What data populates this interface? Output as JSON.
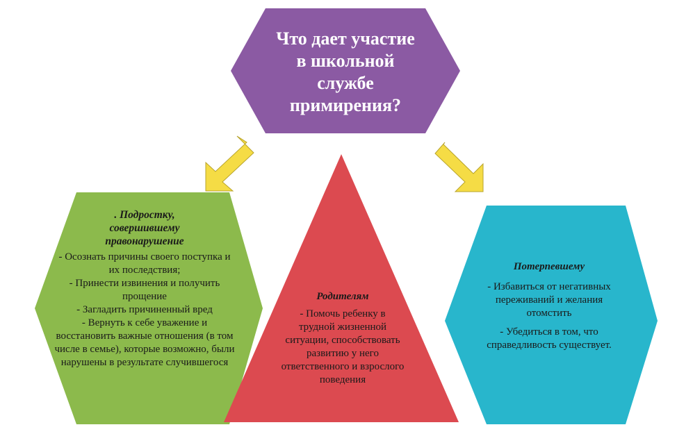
{
  "colors": {
    "center_hexagon": "#8b5aa3",
    "left_hexagon": "#8cba4c",
    "middle_triangle": "#dc4a50",
    "right_hexagon": "#28b6cc",
    "arrows": "#f5dc45"
  },
  "question": {
    "lines": [
      "Что  дает участие",
      "в школьной",
      "службе",
      "примирения?"
    ]
  },
  "left": {
    "heading_lines": [
      ". Подростку,",
      "совершившему",
      "правонарушение"
    ],
    "items": [
      "- Осознать причины своего поступка и их последствия;",
      "- Принести извинения и получить прощение",
      "- Загладить причиненный вред",
      "- Вернуть к себе уважение и восстановить важные отношения (в том числе в семье), которые возможно, были нарушены в результате случившегося"
    ]
  },
  "middle": {
    "heading": "Родителям",
    "items": [
      "- Помочь ребенку в трудной жизненной ситуации, способствовать развитию у него ответственного и взрослого поведения"
    ]
  },
  "right": {
    "heading": "Потерпевшему",
    "items": [
      "- Избавиться от негативных переживаний и желания отомстить",
      "- Убедиться в том, что справедливость существует."
    ]
  }
}
